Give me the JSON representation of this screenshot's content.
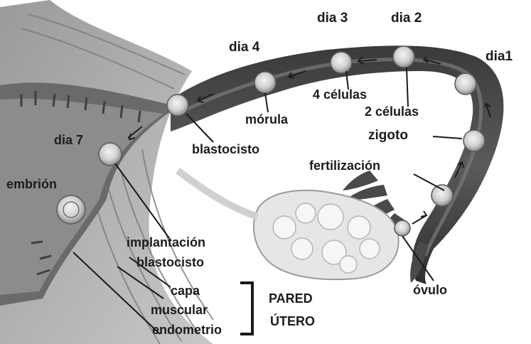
{
  "days": {
    "d1": "dia1",
    "d2": "dia 2",
    "d3": "dia 3",
    "d4": "dia 4",
    "d7": "dia 7"
  },
  "stages": {
    "two_cells": "2 células",
    "four_cells": "4 células",
    "morula": "mórula",
    "blastocyst": "blastocisto",
    "zygote": "zigoto",
    "fertilization": "fertilización",
    "ovum": "óvulo",
    "embryo": "embrión",
    "implantation_line1": "implantación",
    "implantation_line2": "blastocisto"
  },
  "wall": {
    "muscle_line1": "capa",
    "muscle_line2": "muscular",
    "endometrium": "endometrio",
    "title_line1": "PARED",
    "title_line2": "ÚTERO"
  }
}
